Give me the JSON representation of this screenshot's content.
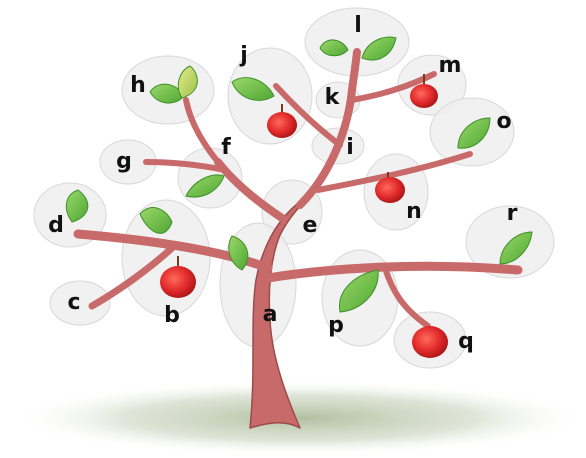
{
  "colors": {
    "branch": "#c96a6a",
    "branch_stroke": "#9c4a4a",
    "leaf": "#6fc24a",
    "leaf_dark": "#3f8f2a",
    "apple": "#e0282a",
    "region": "#eeeeee",
    "shadow": "#b9c7a8"
  },
  "icons": [
    "leaf-icon",
    "apple-icon"
  ],
  "labels": {
    "a": "a",
    "b": "b",
    "c": "c",
    "d": "d",
    "e": "e",
    "f": "f",
    "g": "g",
    "h": "h",
    "i": "i",
    "j": "j",
    "k": "k",
    "l": "l",
    "m": "m",
    "n": "n",
    "o": "o",
    "p": "p",
    "q": "q",
    "r": "r"
  }
}
